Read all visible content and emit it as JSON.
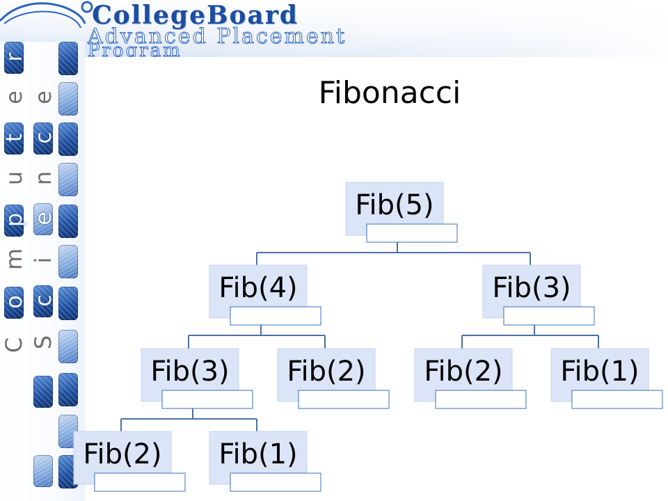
{
  "header": {
    "brand_name": "CollegeBoard",
    "brand_line1": "Advanced Placement",
    "brand_line2": "Program",
    "logo_icon": "acorn-icon"
  },
  "sidebar": {
    "word_left": "Computer",
    "word_right": "Science"
  },
  "slide": {
    "title": "Fibonacci"
  },
  "tree": {
    "nodes": [
      {
        "id": "n1",
        "label": "Fib(5)",
        "parent": null
      },
      {
        "id": "n2",
        "label": "Fib(4)",
        "parent": "n1"
      },
      {
        "id": "n3",
        "label": "Fib(3)",
        "parent": "n1"
      },
      {
        "id": "n4",
        "label": "Fib(3)",
        "parent": "n2"
      },
      {
        "id": "n5",
        "label": "Fib(2)",
        "parent": "n2"
      },
      {
        "id": "n6",
        "label": "Fib(2)",
        "parent": "n3"
      },
      {
        "id": "n7",
        "label": "Fib(1)",
        "parent": "n3"
      },
      {
        "id": "n8",
        "label": "Fib(2)",
        "parent": "n4"
      },
      {
        "id": "n9",
        "label": "Fib(1)",
        "parent": "n4"
      }
    ]
  },
  "colors": {
    "node_fill": "#dbe5f7",
    "sub_box_border": "#3a6db5",
    "connector": "#4a6fa5",
    "brand_blue": "#1c4da0"
  }
}
